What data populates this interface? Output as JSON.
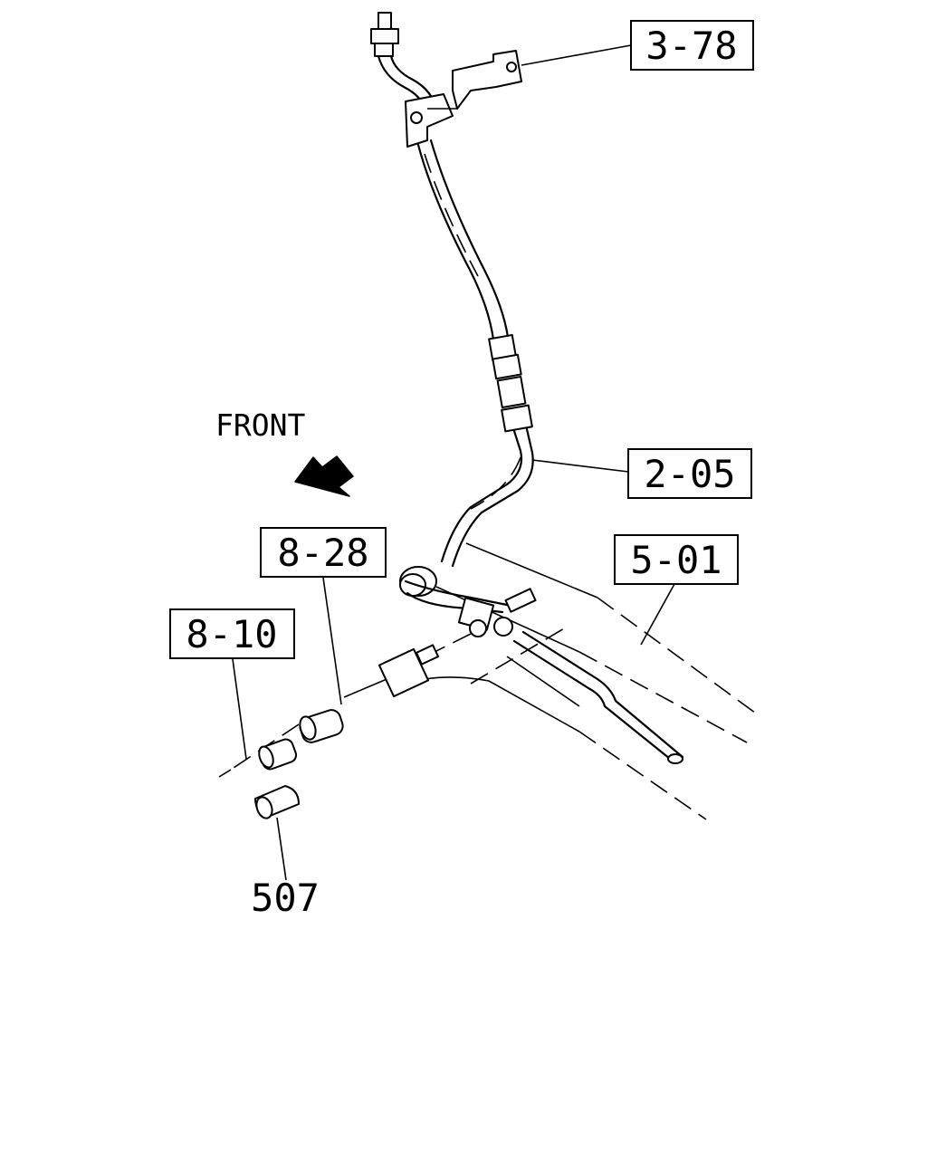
{
  "callouts": {
    "brake_hose_bracket": "3-78",
    "brake_pipe": "2-05",
    "frame": "5-01",
    "clip_a": "8-28",
    "clip_b": "8-10",
    "grommet": "507"
  },
  "direction": {
    "label": "FRONT",
    "arrow_icon": "arrow-up-left-icon"
  }
}
